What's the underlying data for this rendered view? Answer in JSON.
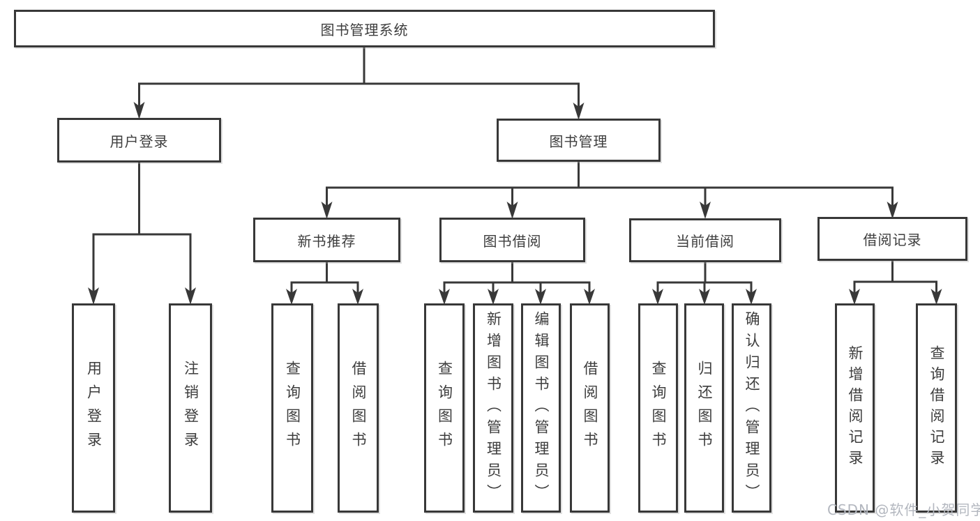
{
  "colors": {
    "line": "#383838",
    "box_border": "#383838",
    "text": "#3d3d3d",
    "watermark": "#b3b7bf",
    "background": "#ffffff"
  },
  "root": {
    "label": "图书管理系统"
  },
  "level2": {
    "user_login": "用户登录",
    "book_management": "图书管理"
  },
  "level3": {
    "new_book": "新书推荐",
    "book_borrow": "图书借阅",
    "current_borrow": "当前借阅",
    "borrow_record": "借阅记录"
  },
  "leaves": {
    "user_login": [
      "用户登录",
      "注销登录"
    ],
    "new_book": [
      "查询图书",
      "借阅图书"
    ],
    "book_borrow": [
      "查询图书",
      "新增图书（管理员）",
      "编辑图书（管理员）",
      "借阅图书"
    ],
    "current_borrow": [
      "查询图书",
      "归还图书",
      "确认归还（管理员）"
    ],
    "borrow_record": [
      "新增借阅记录",
      "查询借阅记录"
    ]
  },
  "watermark": "CSDN @软件_小贺同学"
}
